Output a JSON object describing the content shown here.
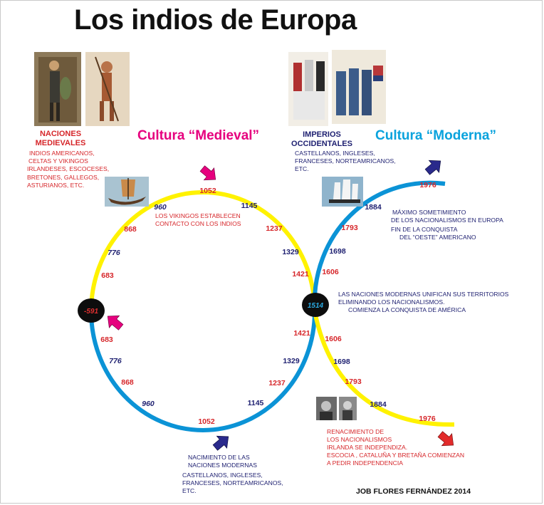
{
  "title": "Los indios de Europa",
  "colors": {
    "yellow_path": "#fff200",
    "blue_path": "#0b93d6",
    "magenta": "#e6007e",
    "cyan": "#0aa3dd",
    "red": "#d6262a",
    "navy": "#1d1f70"
  },
  "left_block": {
    "heading": [
      "NACIONES",
      "MEDIEVALES"
    ],
    "lines": [
      "INDIOS AMERICANOS,",
      "CELTAS Y VIKINGOS",
      "IRLANDESES, ESCOCESES,",
      "BRETONES, GALLEGOS,",
      "ASTURIANOS, ETC."
    ]
  },
  "right_block": {
    "heading": [
      "IMPERIOS",
      "OCCIDENTALES"
    ],
    "lines": [
      "CASTELLANOS, INGLESES,",
      "FRANCESES, NORTEAMRICANOS,",
      "ETC."
    ]
  },
  "culture_medieval": "Cultura “Medieval”",
  "culture_moderna": "Cultura “Moderna”",
  "notes": {
    "vikings": [
      "LOS VIKINGOS ESTABLECEN",
      "CONTACTO CON LOS INDIOS"
    ],
    "max": [
      "MÁXIMO SOMETIMIENTO",
      "DE LOS NACIONALISMOS EN EUROPA"
    ],
    "fin": [
      "FIN DE LA CONQUISTA",
      "DEL “OESTE” AMERICANO"
    ],
    "unifican": [
      "LAS NACIONES MODERNAS UNIFICAN SUS TERRITORIOS",
      "ELIMINANDO LOS NACIONALISMOS.",
      "COMIENZA LA CONQUISTA DE AMÉRICA"
    ],
    "nacimiento": [
      "NACIMIENTO DE LAS",
      "NACIONES MODERNAS"
    ],
    "nacimiento_list": [
      "CASTELLANOS, INGLESES,",
      "FRANCESES, NORTEAMRICANOS,",
      "ETC."
    ],
    "renacimiento": [
      "RENACIMIENTO DE",
      "LOS NACIONALISMOS",
      "IRLANDA SE INDEPENDIZA.",
      "ESCOCIA , CATALUÑA Y BRETAÑA COMIENZAN",
      "A PEDIR INDEPENDENCIA"
    ]
  },
  "nodes": {
    "start": "-591",
    "cross": "1514"
  },
  "years_top": [
    {
      "label": "1052",
      "color": "red"
    },
    {
      "label": "960",
      "color": "navy"
    },
    {
      "label": "868",
      "color": "red"
    },
    {
      "label": "776",
      "color": "navy"
    },
    {
      "label": "683",
      "color": "red"
    },
    {
      "label": "1145",
      "color": "navy"
    },
    {
      "label": "1237",
      "color": "red"
    },
    {
      "label": "1329",
      "color": "navy"
    },
    {
      "label": "1421",
      "color": "red"
    }
  ],
  "years_bottom": [
    {
      "label": "683",
      "color": "red"
    },
    {
      "label": "776",
      "color": "navy"
    },
    {
      "label": "868",
      "color": "red"
    },
    {
      "label": "960",
      "color": "navy"
    },
    {
      "label": "1052",
      "color": "red"
    },
    {
      "label": "1145",
      "color": "navy"
    },
    {
      "label": "1237",
      "color": "red"
    },
    {
      "label": "1329",
      "color": "navy"
    },
    {
      "label": "1421",
      "color": "red"
    }
  ],
  "years_upper_right": [
    {
      "label": "1606",
      "color": "red"
    },
    {
      "label": "1698",
      "color": "navy"
    },
    {
      "label": "1793",
      "color": "red"
    },
    {
      "label": "1884",
      "color": "navy"
    },
    {
      "label": "1976",
      "color": "red"
    }
  ],
  "years_lower_right": [
    {
      "label": "1606",
      "color": "red"
    },
    {
      "label": "1698",
      "color": "navy"
    },
    {
      "label": "1793",
      "color": "red"
    },
    {
      "label": "1884",
      "color": "navy"
    },
    {
      "label": "1976",
      "color": "red"
    }
  ],
  "credit": "JOB FLORES FERNÁNDEZ 2014"
}
